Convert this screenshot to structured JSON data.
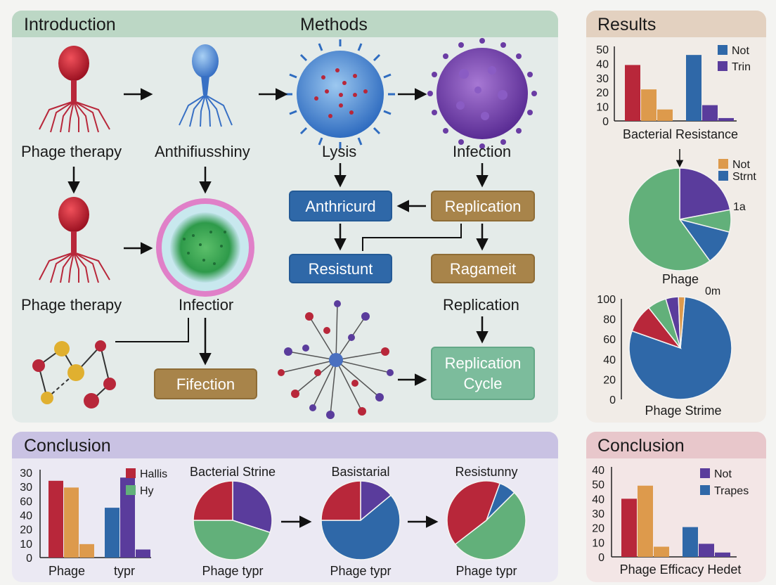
{
  "colors": {
    "red": "#b8273a",
    "orange": "#dd9a4c",
    "blue": "#2f68a8",
    "purple": "#5a3c9c",
    "green": "#62b07a",
    "greenHeader": "#bcd7c5",
    "resultsHeader": "#e3d1c0",
    "conclusionHeader": "#c9c2e3",
    "conclusion2Header": "#e8c7cb"
  },
  "sections": {
    "introduction": "Introduction",
    "methods": "Methods",
    "results": "Results",
    "conclusion_left": "Conclusion",
    "conclusion_right": "Conclusion"
  },
  "diagram": {
    "labels": {
      "phage_therapy_1": "Phage therapy",
      "antifussiny": "Anthifiusshiny",
      "lysis": "Lysis",
      "infection_top": "Infection",
      "phage_therapy_2": "Phage therapy",
      "infectior": "Infectior",
      "replication_text": "Replication"
    },
    "boxes": {
      "antiricurd": "Anthricurd",
      "replication": "Replication",
      "resistunt": "Resistunt",
      "ragameit": "Ragameit",
      "fifection": "Fifection",
      "replication_cycle_1": "Replication",
      "replication_cycle_2": "Cycle"
    }
  },
  "chart_data": [
    {
      "type": "bar",
      "xlabel": "Bacterial Resistance",
      "yticks": [
        "0",
        "10",
        "20",
        "30",
        "40",
        "50"
      ],
      "ylim": [
        0,
        50
      ],
      "legend": [
        "Not",
        "Trin"
      ],
      "series": [
        {
          "values": [
            39,
            22,
            8,
            46,
            11,
            2
          ]
        }
      ],
      "bar_colors": [
        "red",
        "orange",
        "orange",
        "blue",
        "purple",
        "purple"
      ]
    },
    {
      "type": "pie",
      "xlabel": "Phage",
      "legend": [
        "Not",
        "Strnt"
      ],
      "annotation": "1a",
      "slices": [
        {
          "value": 22,
          "color": "purple"
        },
        {
          "value": 7,
          "color": "green"
        },
        {
          "value": 11,
          "color": "blue"
        },
        {
          "value": 60,
          "color": "green"
        }
      ]
    },
    {
      "type": "pie",
      "xlabel": "Phage Strime",
      "annotation": "0m",
      "yticks": [
        "0",
        "20",
        "40",
        "60",
        "80",
        "100"
      ],
      "slices": [
        {
          "value": 79,
          "color": "blue"
        },
        {
          "value": 9,
          "color": "red"
        },
        {
          "value": 6,
          "color": "green"
        },
        {
          "value": 4,
          "color": "purple"
        },
        {
          "value": 2,
          "color": "orange"
        }
      ]
    },
    {
      "type": "bar",
      "xlabels": [
        "Phage",
        "typr"
      ],
      "yticks": [
        "0",
        "10",
        "20",
        "40",
        "60",
        "30",
        "30"
      ],
      "ylim": [
        0,
        30
      ],
      "legend": [
        "Hallis",
        "Hy"
      ],
      "bar_values": [
        28.5,
        26,
        5,
        18.5,
        29.7,
        3
      ],
      "bar_colors": [
        "red",
        "orange",
        "orange",
        "blue",
        "purple",
        "purple"
      ]
    },
    {
      "type": "pie",
      "title": "Bacterial Strine",
      "xlabel": "Phage typr",
      "slices": [
        {
          "value": 30,
          "color": "purple"
        },
        {
          "value": 45,
          "color": "green"
        },
        {
          "value": 25,
          "color": "red"
        }
      ]
    },
    {
      "type": "pie",
      "title": "Basistarial",
      "xlabel": "Phage typr",
      "slices": [
        {
          "value": 14,
          "color": "purple"
        },
        {
          "value": 61,
          "color": "blue"
        },
        {
          "value": 25,
          "color": "red"
        }
      ]
    },
    {
      "type": "pie",
      "title": "Resistunny",
      "xlabel": "Phage typr",
      "slices": [
        {
          "value": 7,
          "color": "blue"
        },
        {
          "value": 52,
          "color": "green"
        },
        {
          "value": 41,
          "color": "red"
        }
      ]
    },
    {
      "type": "bar",
      "xlabel": "Phage Efficacy Hedet",
      "yticks": [
        "0",
        "10",
        "20",
        "30",
        "40",
        "50",
        "40"
      ],
      "ylim": [
        0,
        60
      ],
      "legend": [
        "Not",
        "Trapes"
      ],
      "bar_values": [
        40,
        49,
        7,
        20.5,
        9,
        3
      ],
      "bar_colors": [
        "red",
        "orange",
        "orange",
        "blue",
        "purple",
        "purple"
      ]
    }
  ]
}
